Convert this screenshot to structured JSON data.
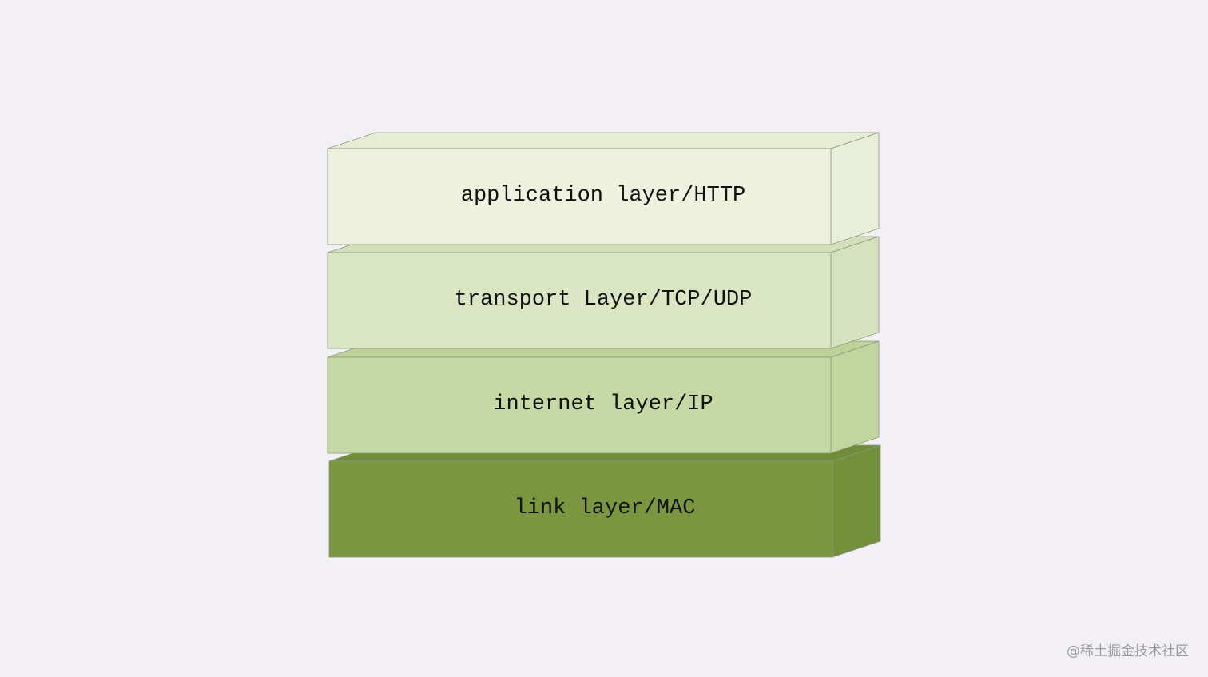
{
  "layers": [
    {
      "label": "application layer/HTTP",
      "color": "#eef1de",
      "top_color": "#e7ecd4",
      "side_color": "#e9eed9"
    },
    {
      "label": "transport Layer/TCP/UDP",
      "color": "#dae5c3",
      "top_color": "#d2dfb8",
      "side_color": "#d6e1bf"
    },
    {
      "label": "internet layer/IP",
      "color": "#c6d8a3",
      "top_color": "#bdd299",
      "side_color": "#c2d59f"
    },
    {
      "label": "link layer/MAC",
      "color": "#7a963f",
      "top_color": "#6f8c36",
      "side_color": "#73903a"
    }
  ],
  "watermark": "@稀土掘金技术社区",
  "colors": {
    "background": "#f3f0f5",
    "edge": "#8a9a7a"
  }
}
